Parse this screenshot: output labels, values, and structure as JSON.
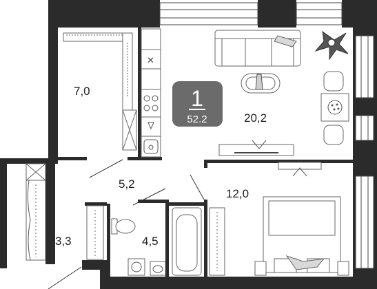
{
  "apartment": {
    "rooms_count": "1",
    "total_area": "52.2",
    "badge_color": "#6b6b6b",
    "wall_color": "#2b2b2b"
  },
  "rooms": {
    "kitchen_area": "7,0",
    "living_area": "20,2",
    "hall_area": "5,2",
    "bedroom_area": "12,0",
    "wardrobe_area": "3,3",
    "bathroom_area": "4,5"
  }
}
